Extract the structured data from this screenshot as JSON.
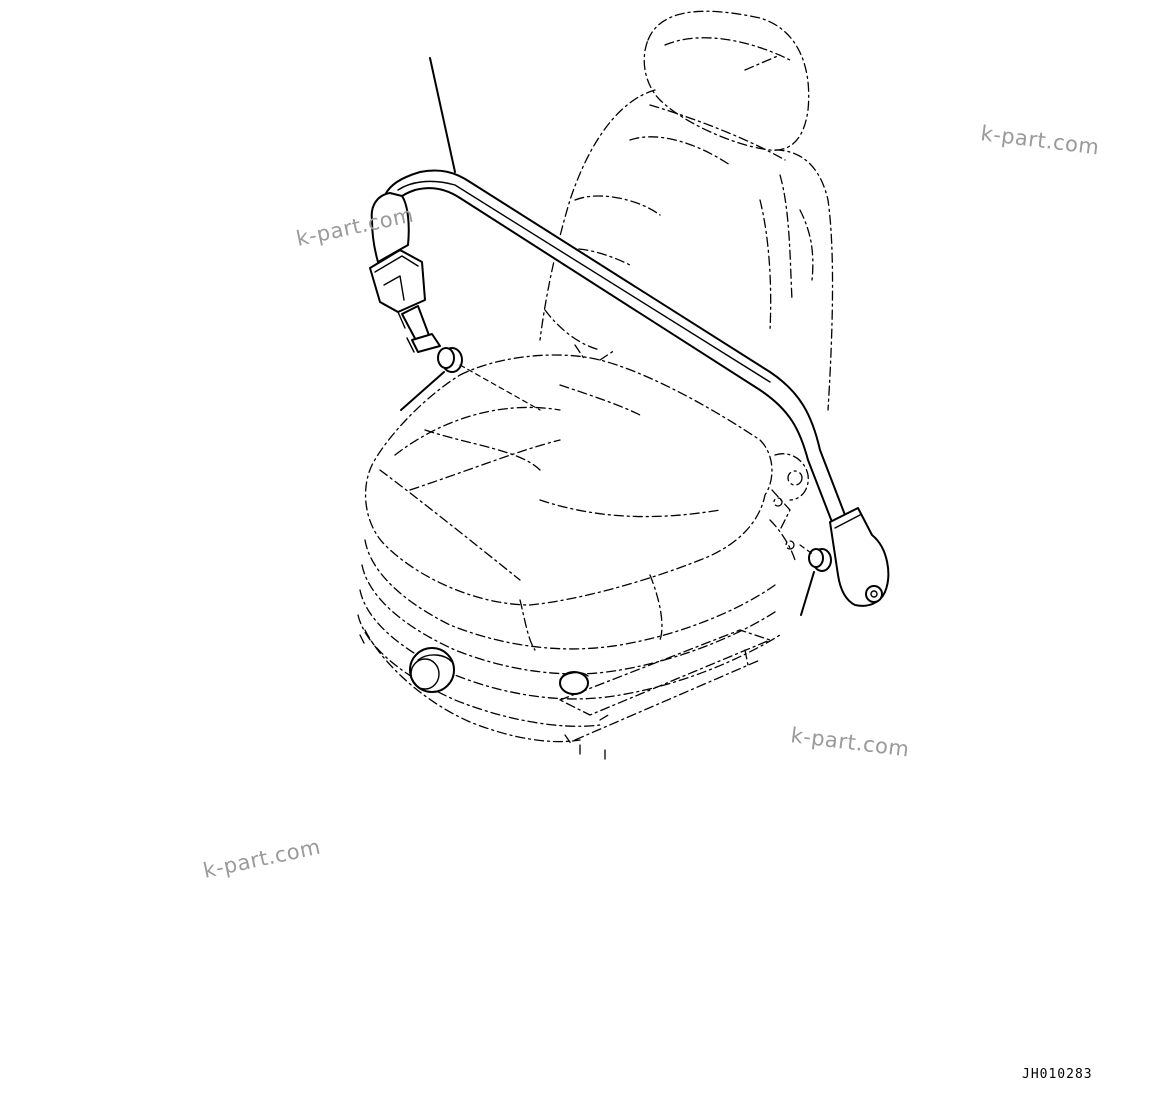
{
  "watermarks": [
    "k-part.com",
    "k-part.com",
    "k-part.com",
    "k-part.com"
  ],
  "drawing_code": "JH010283"
}
